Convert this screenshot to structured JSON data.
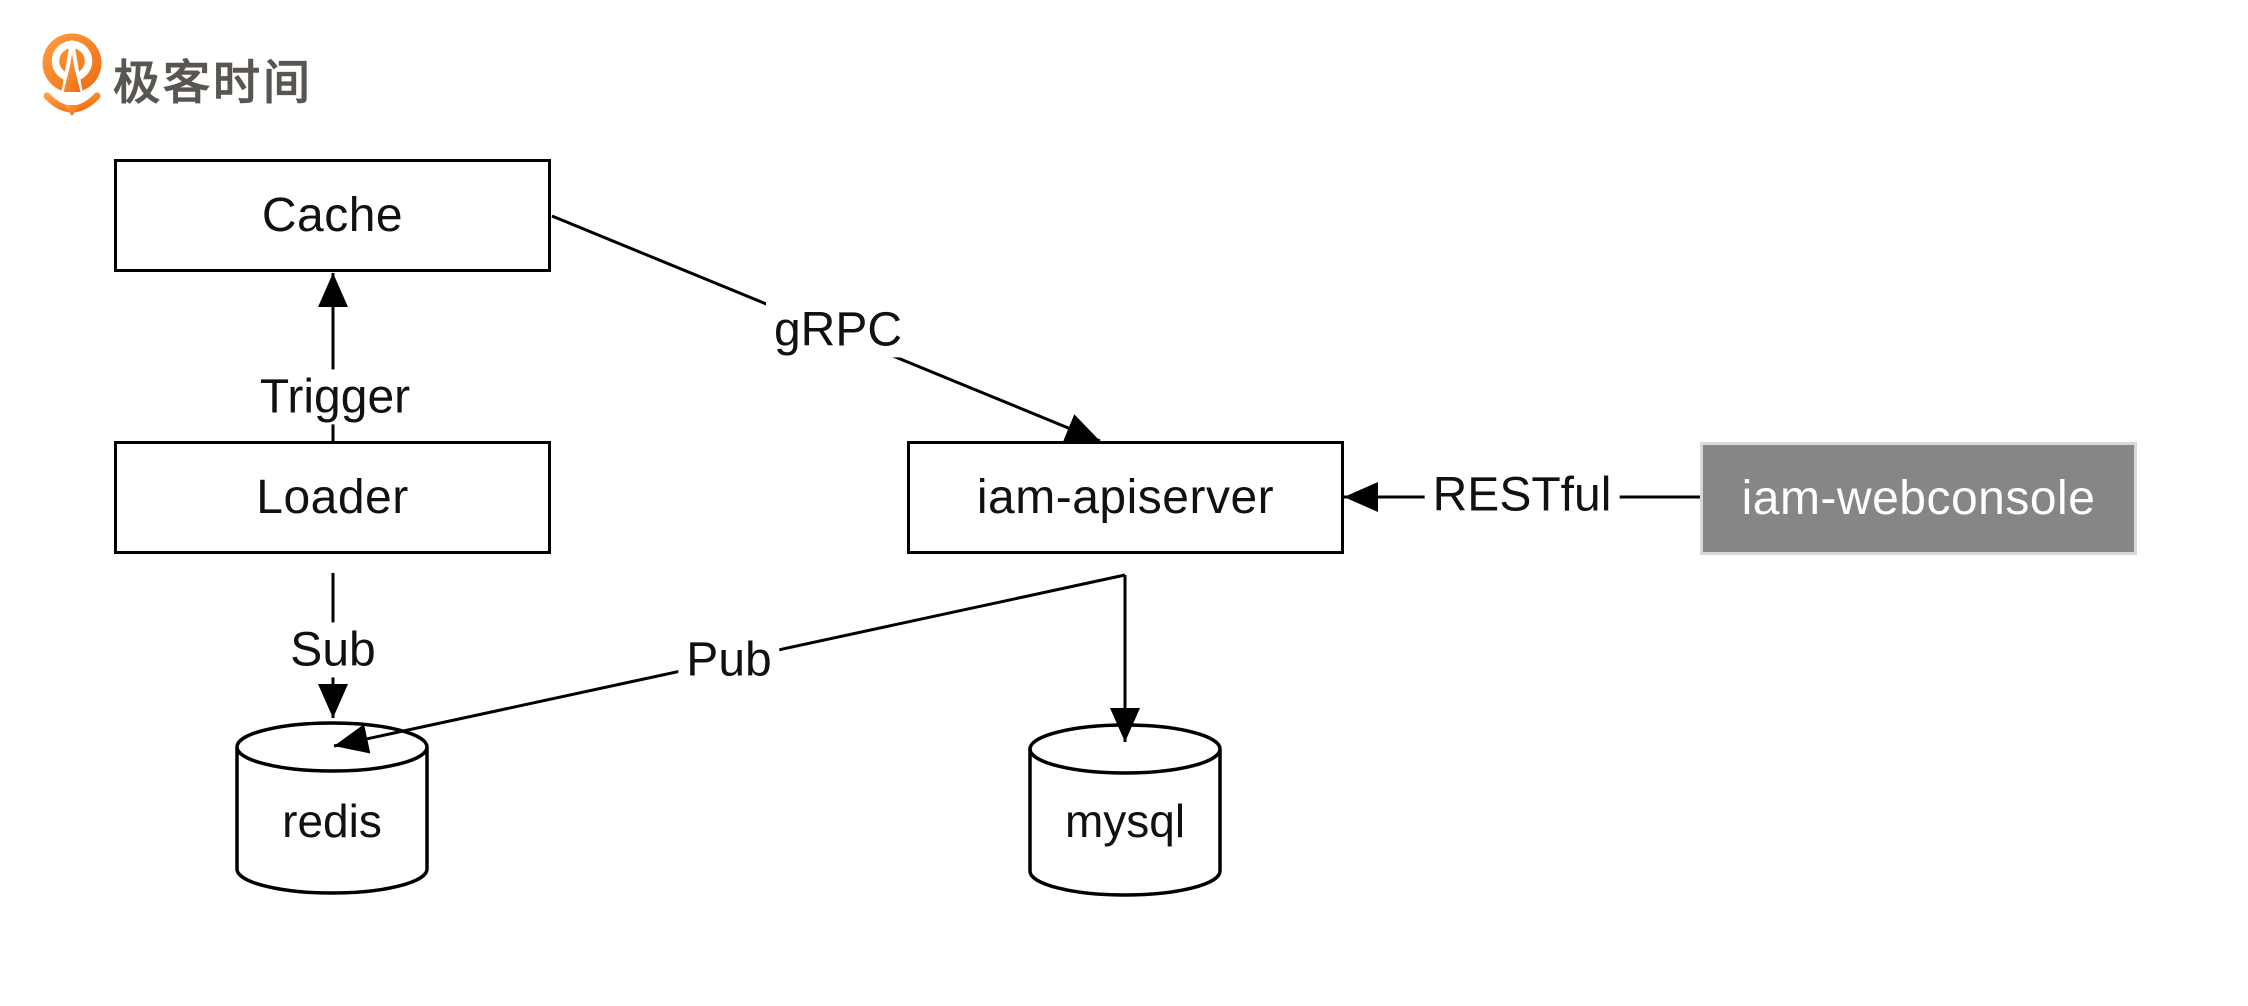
{
  "logo": {
    "brand_text": "极客时间",
    "icon": "geektime-pin-icon",
    "orange": "#f26f21",
    "text_color": "#595551"
  },
  "diagram": {
    "nodes": {
      "cache": {
        "label": "Cache",
        "shape": "box"
      },
      "loader": {
        "label": "Loader",
        "shape": "box"
      },
      "apiserver": {
        "label": "iam-apiserver",
        "shape": "box"
      },
      "webconsole": {
        "label": "iam-webconsole",
        "shape": "box-gray"
      },
      "redis": {
        "label": "redis",
        "shape": "cylinder"
      },
      "mysql": {
        "label": "mysql",
        "shape": "cylinder"
      }
    },
    "edges": {
      "trigger": {
        "label": "Trigger",
        "from": "Loader",
        "to": "Cache"
      },
      "grpc": {
        "label": "gRPC",
        "from": "Cache",
        "to": "iam-apiserver"
      },
      "restful": {
        "label": "RESTful",
        "from": "iam-webconsole",
        "to": "iam-apiserver"
      },
      "sub": {
        "label": "Sub",
        "from": "Loader",
        "to": "redis"
      },
      "pub": {
        "label": "Pub",
        "from": "iam-apiserver",
        "to": "redis"
      },
      "to_mysql": {
        "label": "",
        "from": "iam-apiserver",
        "to": "mysql"
      }
    },
    "colors": {
      "line": "#000000",
      "box_fill": "#ffffff",
      "box_border": "#000000",
      "webconsole_fill": "#868686",
      "webconsole_border": "#d9d9d9",
      "webconsole_text": "#ffffff",
      "label_text": "#111111",
      "background": "#ffffff"
    }
  }
}
